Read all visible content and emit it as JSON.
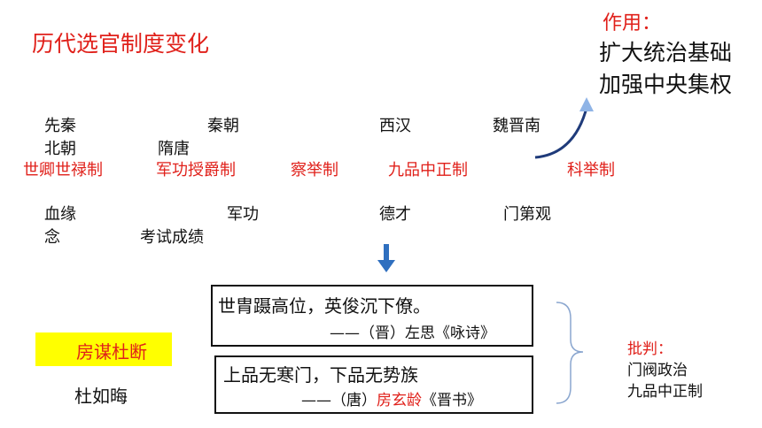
{
  "title": "历代选官制度变化",
  "effect": {
    "label": "作用：",
    "lines": [
      "扩大统治基础",
      "加强中央集权"
    ]
  },
  "eras": [
    "先秦",
    "秦朝",
    "西汉",
    "魏晋南",
    "北朝",
    "隋唐"
  ],
  "systems": [
    "世卿世禄制",
    "军功授爵制",
    "察举制",
    "九品中正制",
    "科举制"
  ],
  "basis": [
    "血缘",
    "军功",
    "德才",
    "门第观",
    "念",
    "考试成绩"
  ],
  "quotes": [
    {
      "text": "世胄蹑高位，英俊沉下僚。",
      "source": "——（晋）左思《咏诗》"
    },
    {
      "text": "上品无寒门，下品无势族",
      "source_prefix": "——（唐）",
      "source_author": "房玄龄",
      "source_book": "《晋书》"
    }
  ],
  "highlight": "房谋杜断",
  "person": "杜如晦",
  "critique": {
    "label": "批判：",
    "items": [
      "门阀政治",
      "九品中正制"
    ]
  },
  "colors": {
    "accent_red": "#e0201a",
    "arrow_blue": "#2f6fbf",
    "curve_navy": "#1f3b7a",
    "highlight_yellow": "#ffff00",
    "brace_blue": "#8aa6cf"
  }
}
